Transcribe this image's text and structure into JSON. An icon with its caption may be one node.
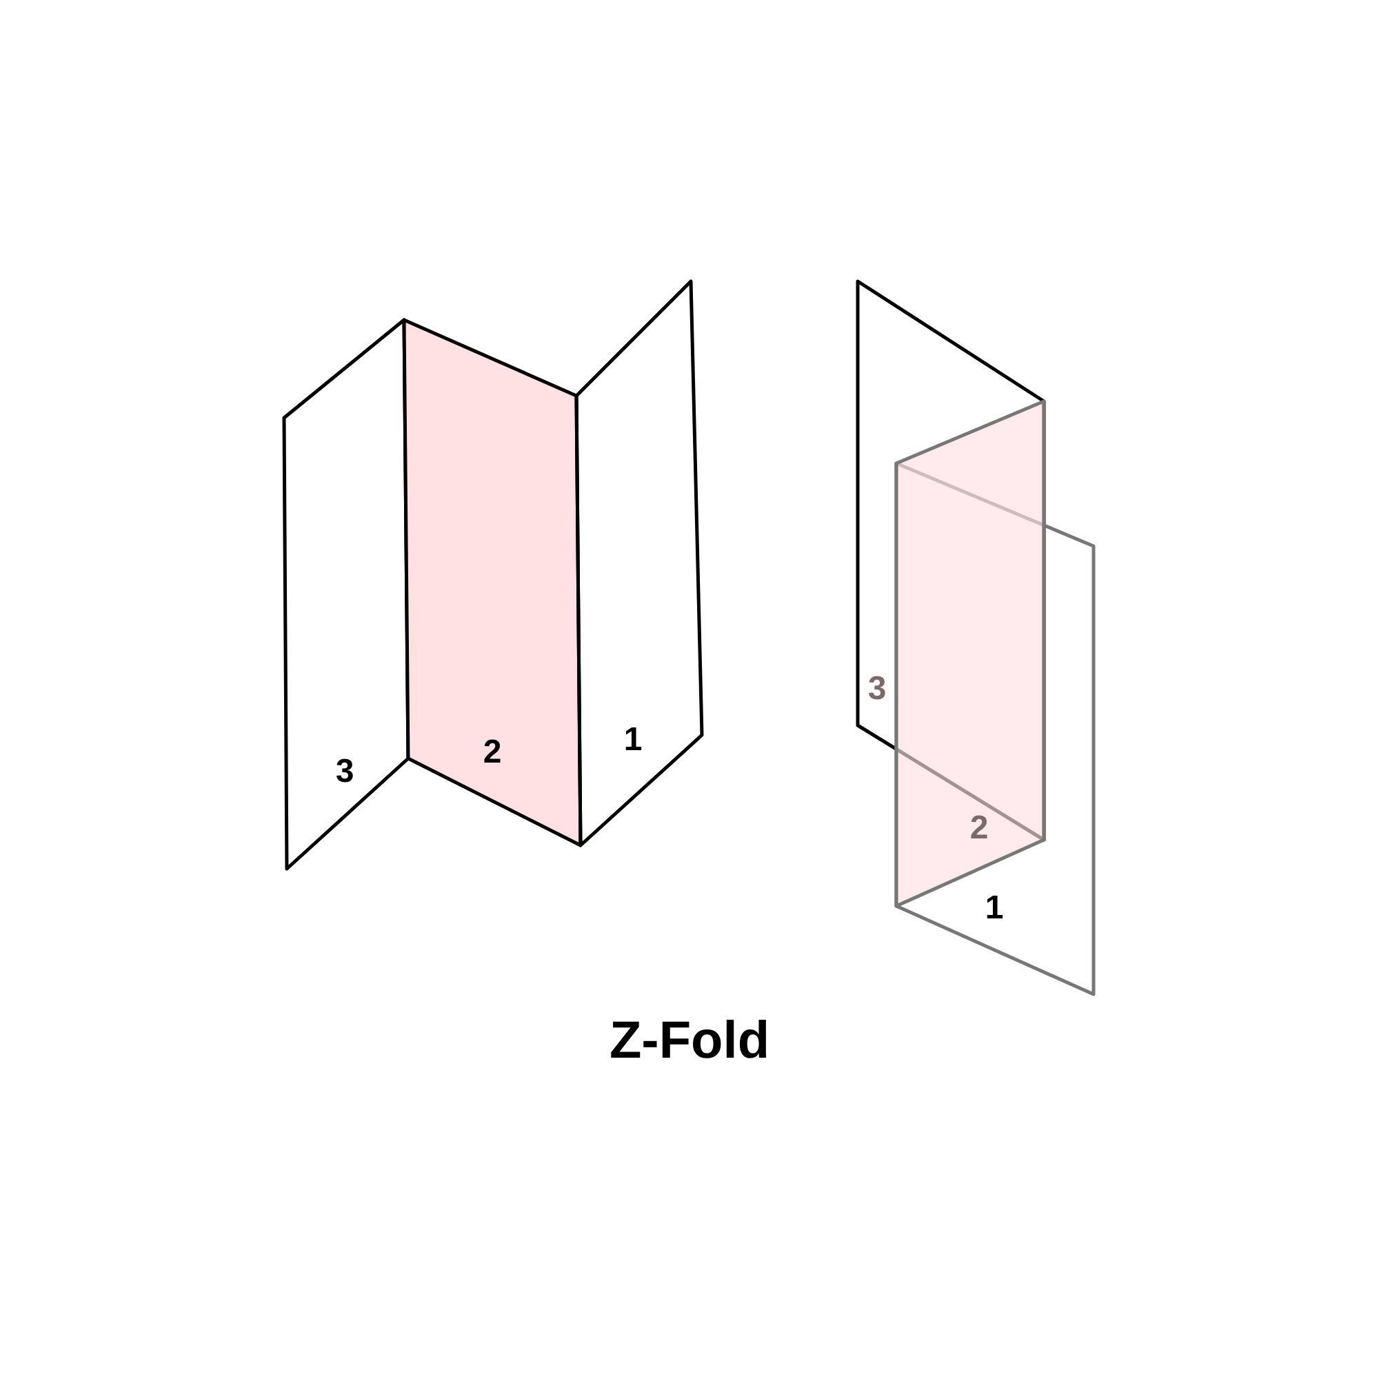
{
  "diagram": {
    "caption": "Z-Fold",
    "nodes": [
      {
        "text": [
          "3"
        ]
      },
      {
        "text": [
          "2"
        ]
      },
      {
        "text": [
          "1"
        ]
      },
      {
        "text": [
          "3"
        ]
      },
      {
        "text": [
          "2"
        ]
      },
      {
        "text": [
          "1"
        ]
      }
    ]
  }
}
